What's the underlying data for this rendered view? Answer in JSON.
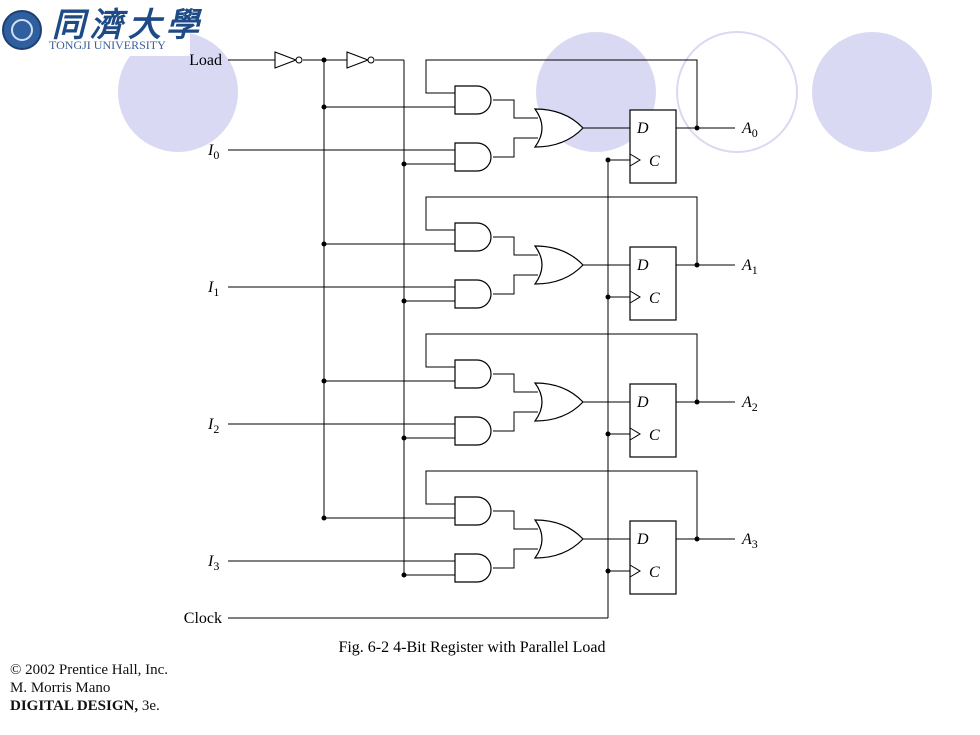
{
  "logo": {
    "name_cn": "同濟大學",
    "name_en": "TONGJI UNIVERSITY"
  },
  "diagram": {
    "inputs": {
      "load": "Load",
      "i0_base": "I",
      "i0_sub": "0",
      "i1_base": "I",
      "i1_sub": "1",
      "i2_base": "I",
      "i2_sub": "2",
      "i3_base": "I",
      "i3_sub": "3",
      "clock": "Clock"
    },
    "outputs": {
      "a0_base": "A",
      "a0_sub": "0",
      "a1_base": "A",
      "a1_sub": "1",
      "a2_base": "A",
      "a2_sub": "2",
      "a3_base": "A",
      "a3_sub": "3"
    },
    "flipflop": {
      "d_label": "D",
      "c_label": "C"
    },
    "caption": "Fig. 6-2  4-Bit Register with Parallel Load"
  },
  "credit": {
    "copyright": "© 2002 Prentice Hall, Inc.",
    "author": "M. Morris Mano",
    "book": "DIGITAL DESIGN,",
    "edition": " 3e."
  },
  "colors": {
    "decoration": "#d9d9f3",
    "logo_blue": "#1e4a86",
    "line": "#000000"
  }
}
